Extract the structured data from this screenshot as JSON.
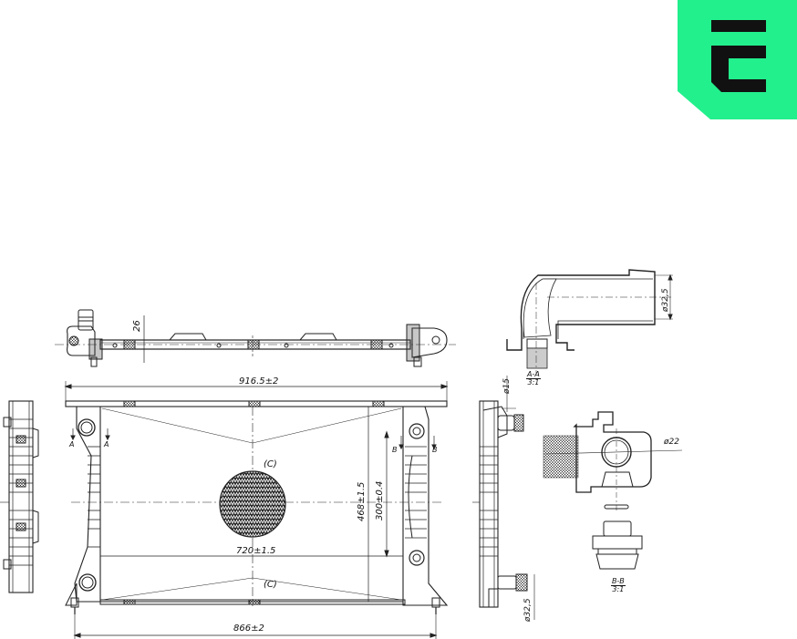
{
  "brand": {
    "logo_letter": "E",
    "logo_bg_color": "#22f08c",
    "logo_fg_color": "#111111"
  },
  "drawing": {
    "subject": "radiator-technical-drawing",
    "line_color": "#222222",
    "views": {
      "top_view": {
        "dimension_thickness": "26"
      },
      "front_view": {
        "overall_width": "916.5±2",
        "mount_spacing": "866±2",
        "core_width": "720±1.5",
        "core_height": "468±1.5",
        "tank_spacing": "300±0.4",
        "hatch_label_top": "(C)",
        "hatch_label_bottom": "(C)",
        "section_mark_left": "A",
        "section_mark_right": "B"
      },
      "side_view": {
        "top_port_diameter": "ø15",
        "bottom_port_diameter": "ø32,5"
      },
      "section_aa": {
        "title": "A-A",
        "scale": "3:1",
        "diameter": "ø32,5"
      },
      "section_bb": {
        "title": "B-B",
        "scale": "3:1",
        "diameter": "ø22"
      }
    }
  }
}
